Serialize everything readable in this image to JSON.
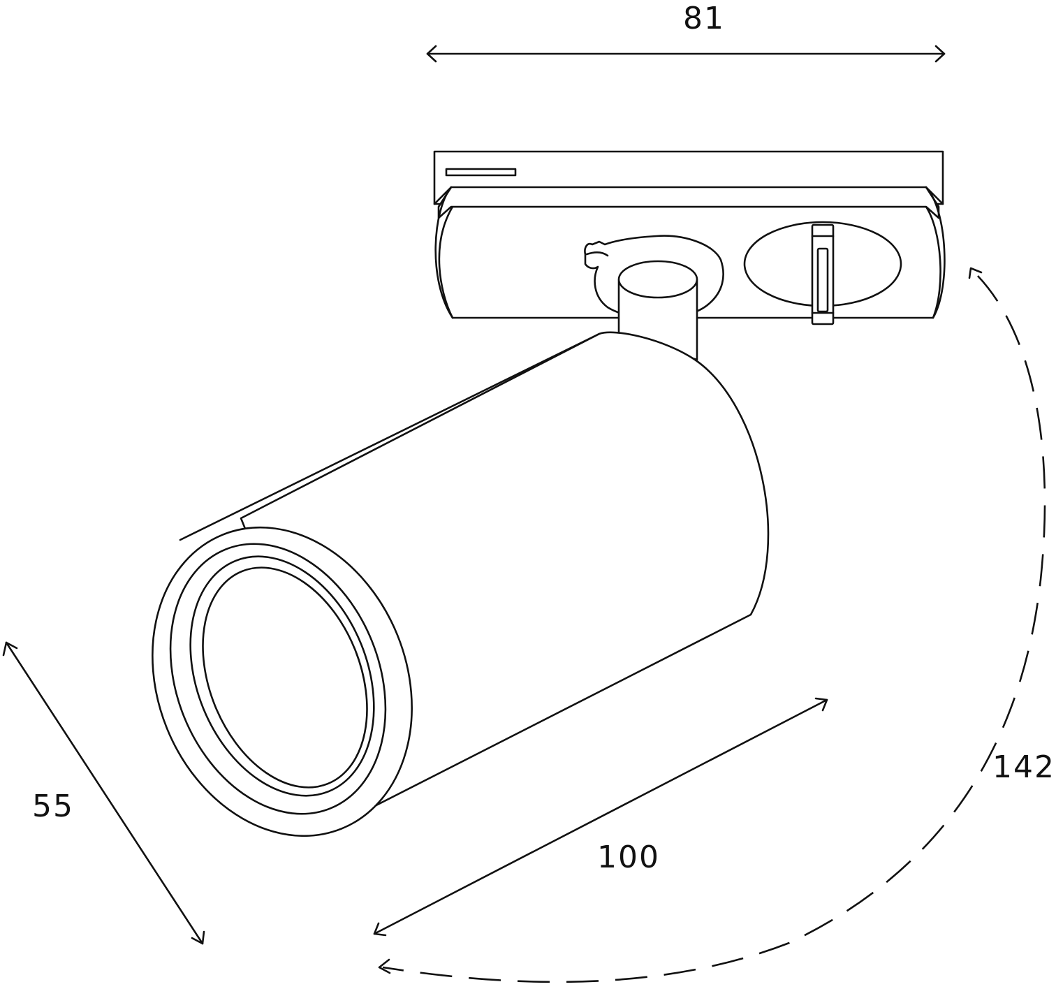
{
  "dimensions": {
    "width_top": "81",
    "lens_diameter": "55",
    "body_length": "100",
    "height_arc": "142"
  },
  "colors": {
    "stroke": "#111111",
    "background": "#ffffff"
  }
}
